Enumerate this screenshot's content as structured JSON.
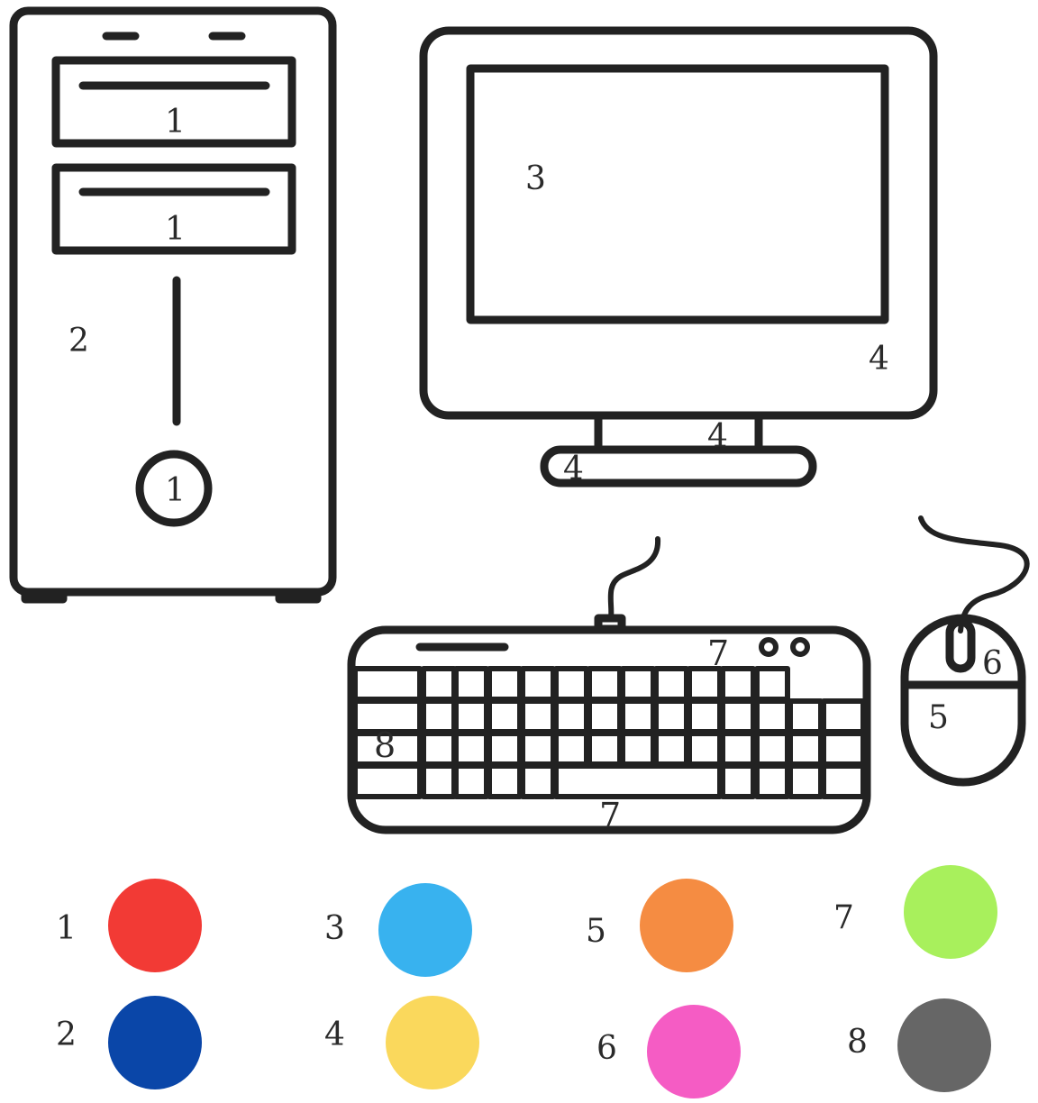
{
  "computer": {
    "tower": {
      "drive_top_label": "1",
      "drive_bottom_label": "1",
      "body_label": "2",
      "power_button_label": "1"
    },
    "monitor": {
      "screen_label": "3",
      "frame_label": "4",
      "neck_label": "4",
      "base_label": "4"
    },
    "keyboard": {
      "top_label": "7",
      "bottom_label": "7",
      "keys_label": "8"
    },
    "mouse": {
      "wheel_label": "6",
      "body_label": "5"
    }
  },
  "legend": [
    {
      "number": "1",
      "color": "#f23a35"
    },
    {
      "number": "2",
      "color": "#0a46a8"
    },
    {
      "number": "3",
      "color": "#38b2ef"
    },
    {
      "number": "4",
      "color": "#fad85c"
    },
    {
      "number": "5",
      "color": "#f58c42"
    },
    {
      "number": "6",
      "color": "#f55cc4"
    },
    {
      "number": "7",
      "color": "#a8f05c"
    },
    {
      "number": "8",
      "color": "#666666"
    }
  ]
}
